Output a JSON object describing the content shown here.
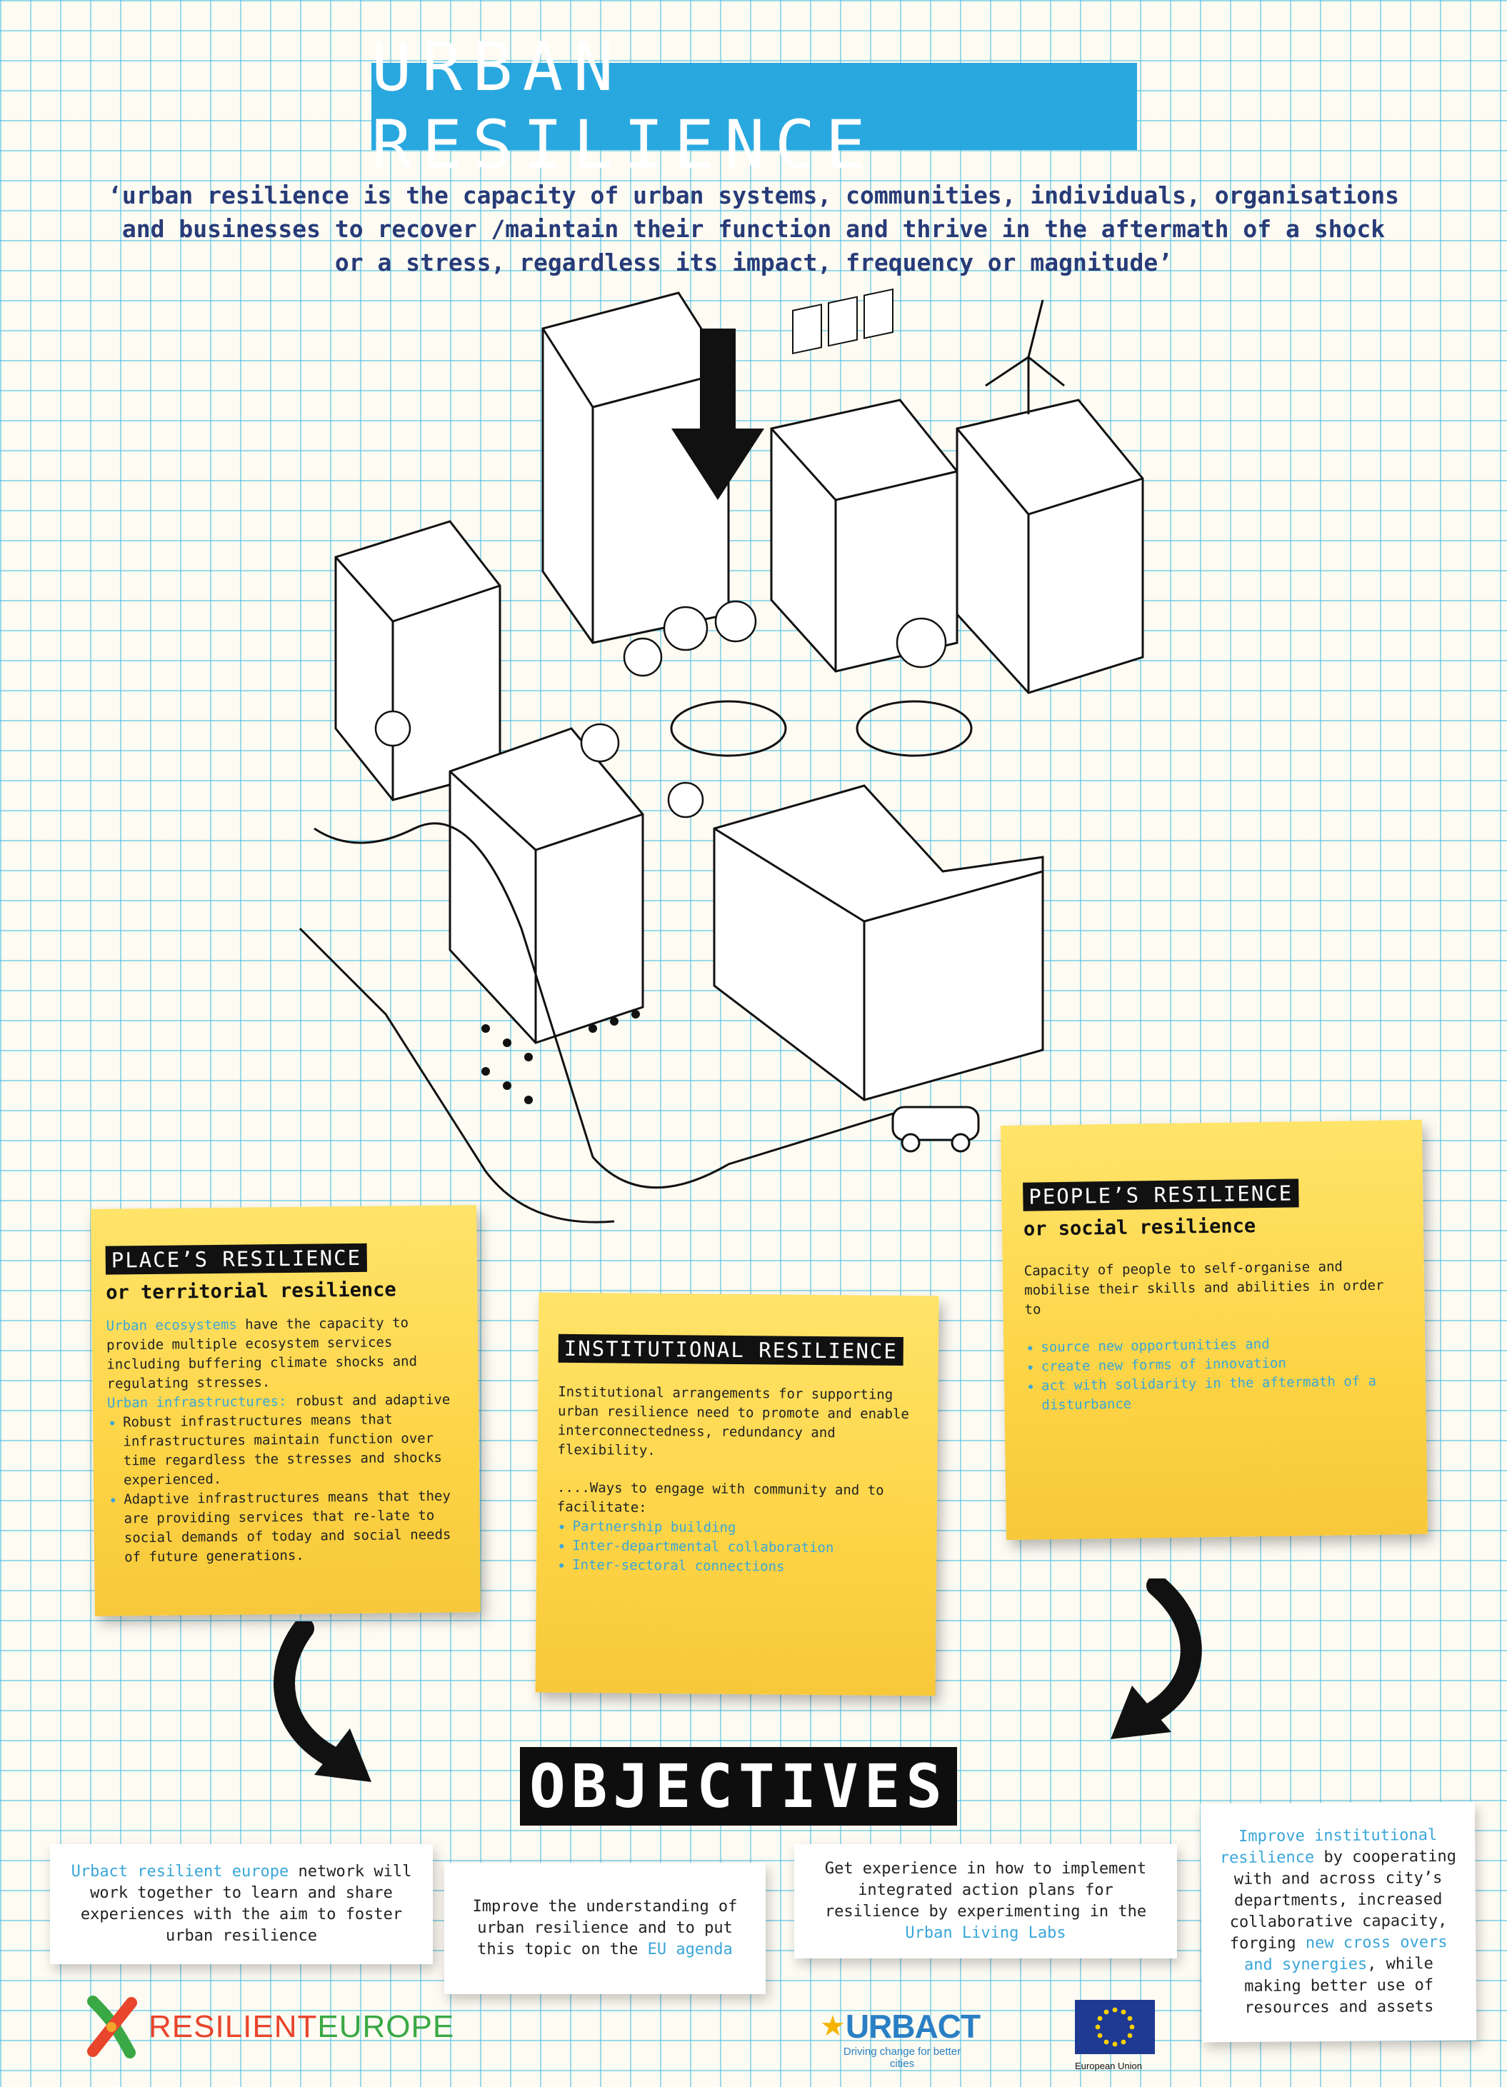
{
  "title": "URBAN RESILIENCE",
  "quote": "‘urban resilience is the capacity of urban systems, communities, individuals, organisations and businesses to recover /maintain their function and thrive in the aftermath of a shock or a stress, regardless its impact, frequency or magnitude’",
  "place_note": {
    "header": "PLACE’S RESILIENCE",
    "subtitle": "or territorial resilience",
    "eco_highlight": "Urban ecosystems",
    "eco_text": " have the capacity to provide multiple ecosystem services including buffering climate shocks and regulating stresses.",
    "infra_highlight": "Urban infrastructures:",
    "infra_text": " robust and adaptive",
    "bullets": [
      "Robust infrastructures means that infrastructures maintain function over time regardless the stresses and shocks experienced.",
      "Adaptive infrastructures means that they are providing services that re-late to social demands of today and social needs of future generations."
    ]
  },
  "institutional_note": {
    "header": "INSTITUTIONAL RESILIENCE",
    "body": "Institutional arrangements for supporting urban resilience need to promote and enable interconnectedness, redundancy and flexibility.",
    "ways": "....Ways to engage with community and to facilitate:",
    "bullets": [
      "Partnership building",
      "Inter-departmental collaboration",
      "Inter-sectoral connections"
    ]
  },
  "people_note": {
    "header": "PEOPLE’S RESILIENCE",
    "subtitle": "or social resilience",
    "body": "Capacity of people to self-organise and mobilise their skills and abilities in order to",
    "bullets": [
      "source new opportunities and",
      "create new forms of innovation",
      "act with solidarity in the aftermath of a disturbance"
    ]
  },
  "objectives_title": "OBJECTIVES",
  "objectives": {
    "o1_hl": "Urbact resilient europe",
    "o1_text": " network will work together to learn and share experiences with the aim to foster urban resilience",
    "o2_text": "Improve the understanding of urban resilience and to put this topic on the ",
    "o2_hl": "EU agenda",
    "o3_text": "Get experience in how to implement integrated action plans for resilience by experimenting in the ",
    "o3_hl": "Urban Living Labs",
    "o4_hl": "Improve institutional resilience",
    "o4_text1": " by cooperating with and across city’s departments, increased collaborative capacity, forging ",
    "o4_hl2": "new cross overs and synergies",
    "o4_text2": ", while making better use of resources and assets"
  },
  "footer": {
    "re_resilient": "RESILIENT",
    "re_europe": "EUROPE",
    "urbact": "URBACT",
    "urbact_tag": "Driving change for better cities",
    "eu": "European Union"
  },
  "colors": {
    "accent_blue": "#29a8e0",
    "note_yellow": "#fdd446",
    "grid": "#48bee1"
  }
}
